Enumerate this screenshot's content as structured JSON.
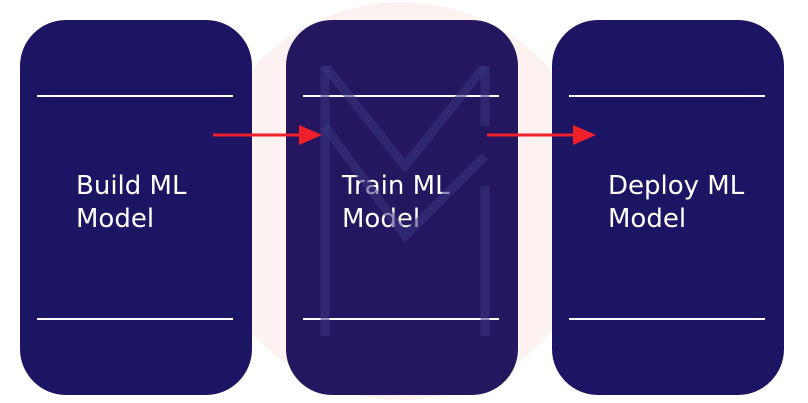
{
  "steps": [
    {
      "label": "Build ML Model"
    },
    {
      "label": "Train ML Model"
    },
    {
      "label": "Deploy ML Model"
    }
  ],
  "colors": {
    "card": "#1c1563",
    "arrow": "#f0202a",
    "watermark": "#fdf2f2"
  }
}
